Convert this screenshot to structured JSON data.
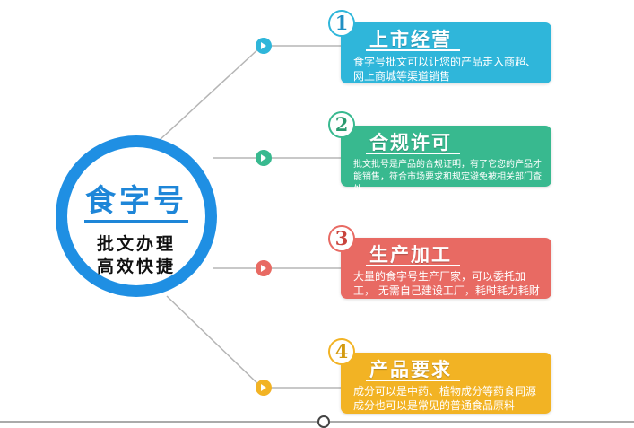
{
  "hub": {
    "title": "食字号",
    "line1": "批文办理",
    "line2": "高效快捷",
    "color": "#1f8fe3"
  },
  "items": [
    {
      "number": "1",
      "title": "上市经营",
      "desc_line1": "食字号批文可以让您的产品走入商超、",
      "desc_line2": "网上商城等渠道销售",
      "color": "#2fb6da",
      "icon": "play-icon"
    },
    {
      "number": "2",
      "title": "合规许可",
      "desc_line1": "批文批号是产品的合规证明，有了它您的产品才",
      "desc_line2": "能销售，符合市场要求和规定避免被相关部门查处",
      "color": "#38b98f",
      "icon": "play-icon"
    },
    {
      "number": "3",
      "title": "生产加工",
      "desc_line1": "大量的食字号生产厂家，可以委托加",
      "desc_line2": "工， 无需自己建设工厂，耗时耗力耗财",
      "color": "#e86a63",
      "icon": "play-icon"
    },
    {
      "number": "4",
      "title": "产品要求",
      "desc_line1": "成分可以是中药、植物成分等药食同源",
      "desc_line2": "成分也可以是常见的普通食品原料",
      "color": "#f2b324",
      "icon": "play-icon"
    }
  ]
}
